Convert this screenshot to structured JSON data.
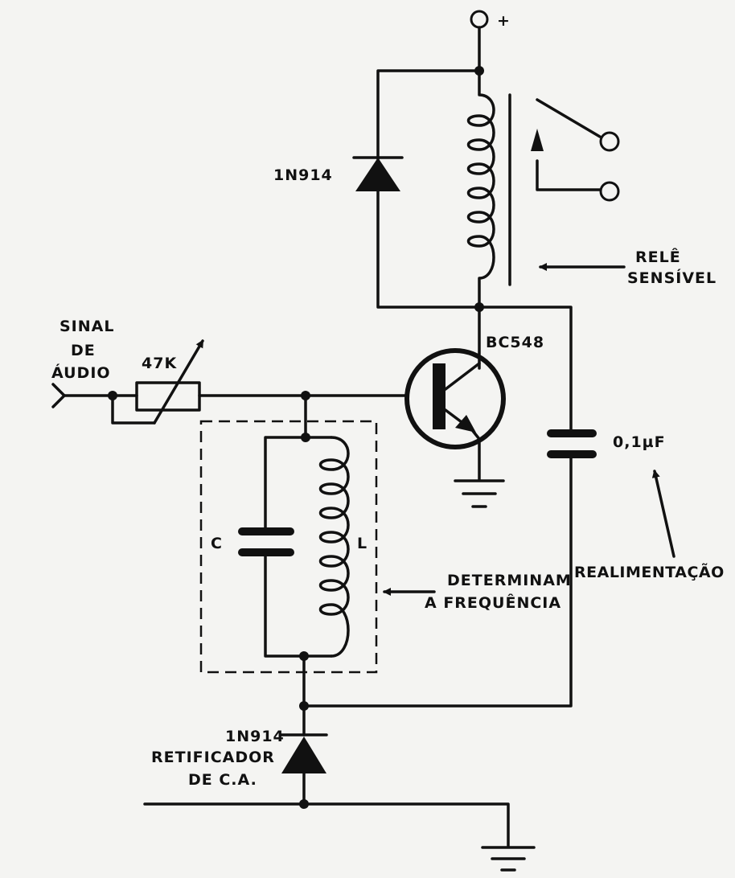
{
  "labels": {
    "supply_plus": "+",
    "diode_top": "1N914",
    "relay_line1": "RELÊ",
    "relay_line2": "SENSÍVEL",
    "signal_line1": "SINAL",
    "signal_line2": "DE",
    "signal_line3": "ÁUDIO",
    "resistor": "47K",
    "transistor": "BC548",
    "capacitor_feedback": "0,1µF",
    "cap_c": "C",
    "ind_l": "L",
    "freq_line1": "DETERMINAM",
    "freq_line2": "A FREQUÊNCIA",
    "feedback": "REALIMENTAÇÃO",
    "diode_bottom": "1N914",
    "rect_line1": "RETIFICADOR",
    "rect_line2": "DE C.A."
  }
}
